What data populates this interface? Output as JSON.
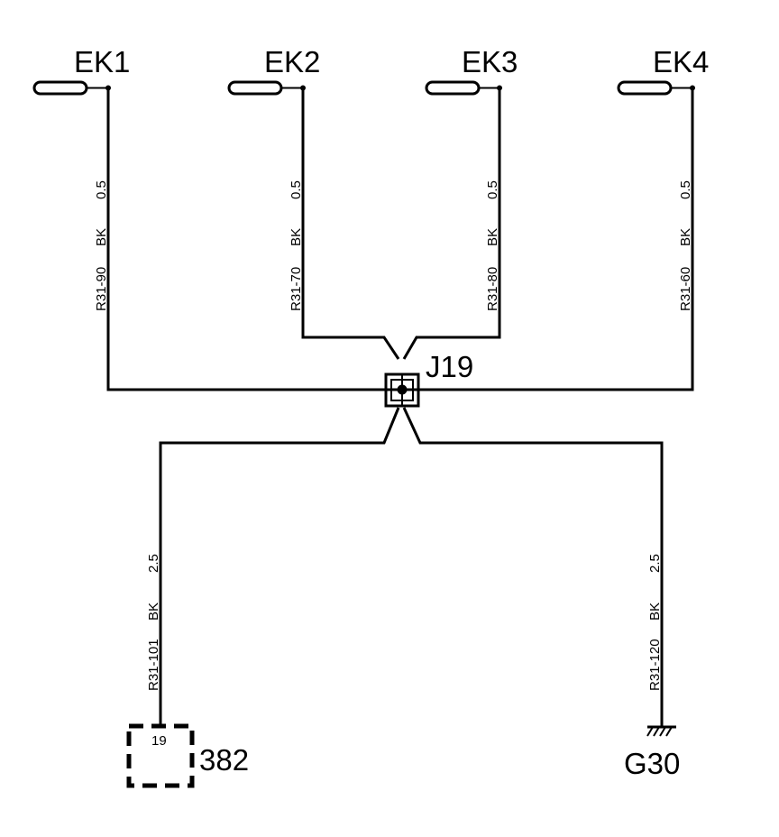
{
  "connectors": [
    {
      "label": "EK1"
    },
    {
      "label": "EK2"
    },
    {
      "label": "EK3"
    },
    {
      "label": "EK4"
    }
  ],
  "upper_wires": [
    {
      "circuit": "R31-90",
      "color": "BK",
      "gauge": "0.5"
    },
    {
      "circuit": "R31-70",
      "color": "BK",
      "gauge": "0.5"
    },
    {
      "circuit": "R31-80",
      "color": "BK",
      "gauge": "0.5"
    },
    {
      "circuit": "R31-60",
      "color": "BK",
      "gauge": "0.5"
    }
  ],
  "junction": {
    "label": "J19"
  },
  "lower_wires": [
    {
      "circuit": "R31-101",
      "color": "BK",
      "gauge": "2.5"
    },
    {
      "circuit": "R31-120",
      "color": "BK",
      "gauge": "2.5"
    }
  ],
  "component": {
    "pin": "19",
    "label": "382"
  },
  "ground": {
    "label": "G30"
  }
}
